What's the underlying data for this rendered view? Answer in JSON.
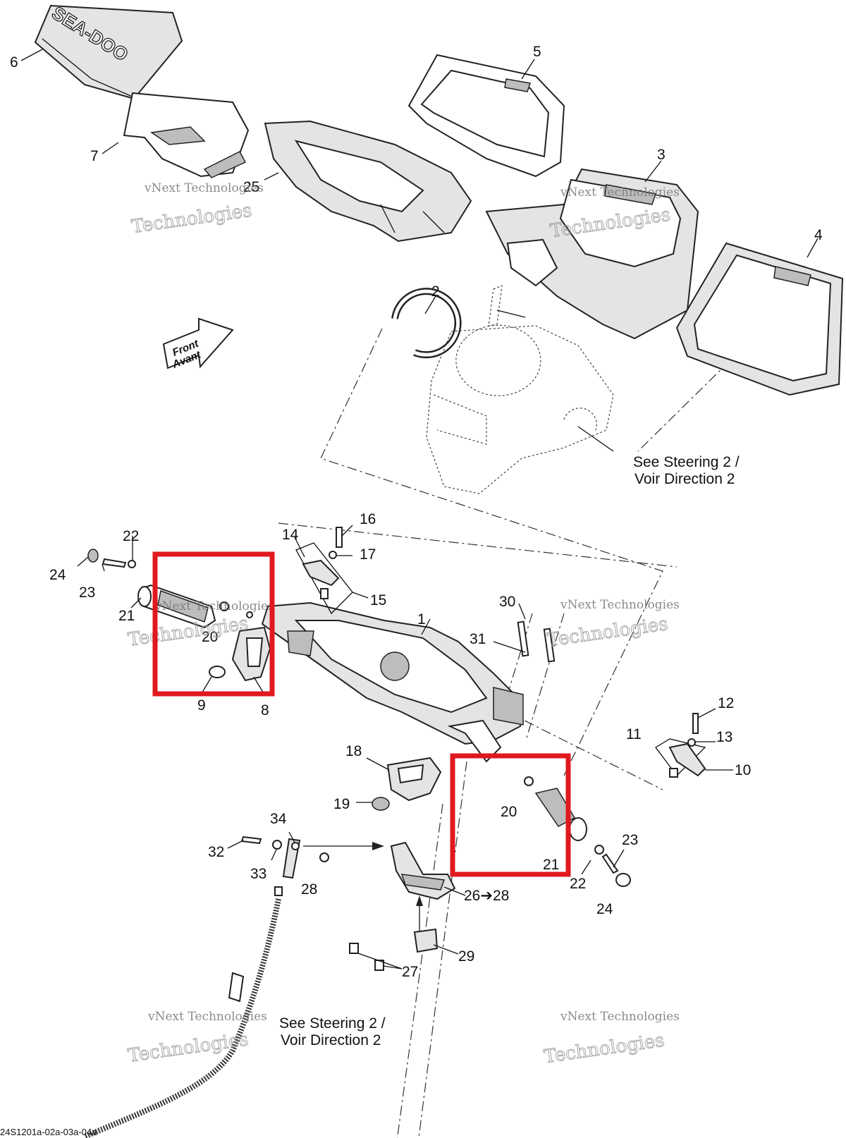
{
  "labels": {
    "p1": "1",
    "p2": "2",
    "p3": "3",
    "p4": "4",
    "p5": "5",
    "p6": "6",
    "p7": "7",
    "p8": "8",
    "p9": "9",
    "p10": "10",
    "p11": "11",
    "p12": "12",
    "p13": "13",
    "p14": "14",
    "p15": "15",
    "p16": "16",
    "p17": "17",
    "p18": "18",
    "p19": "19",
    "p20a": "20",
    "p20b": "20",
    "p21a": "21",
    "p21b": "21",
    "p22a": "22",
    "p22b": "22",
    "p23a": "23",
    "p23b": "23",
    "p24a": "24",
    "p24b": "24",
    "p25": "25",
    "p26": "26➔28",
    "p27": "27",
    "p28": "28",
    "p29": "29",
    "p30": "30",
    "p31": "31",
    "p32": "32",
    "p33": "33",
    "p34": "34"
  },
  "notes": {
    "see_top_line1": "See Steering 2 /",
    "see_top_line2": "Voir Direction 2",
    "see_bottom_line1": "See Steering 2 /",
    "see_bottom_line2": "Voir Direction 2"
  },
  "arrow": {
    "line1": "Front",
    "line2": "Avant"
  },
  "brand": "SEA-DOO",
  "watermark": {
    "line1": "vNext Technologies",
    "line2": "Technologies"
  },
  "code": "24S1201a-02a-03a-04a",
  "colors": {
    "highlight": "#e0191f"
  }
}
